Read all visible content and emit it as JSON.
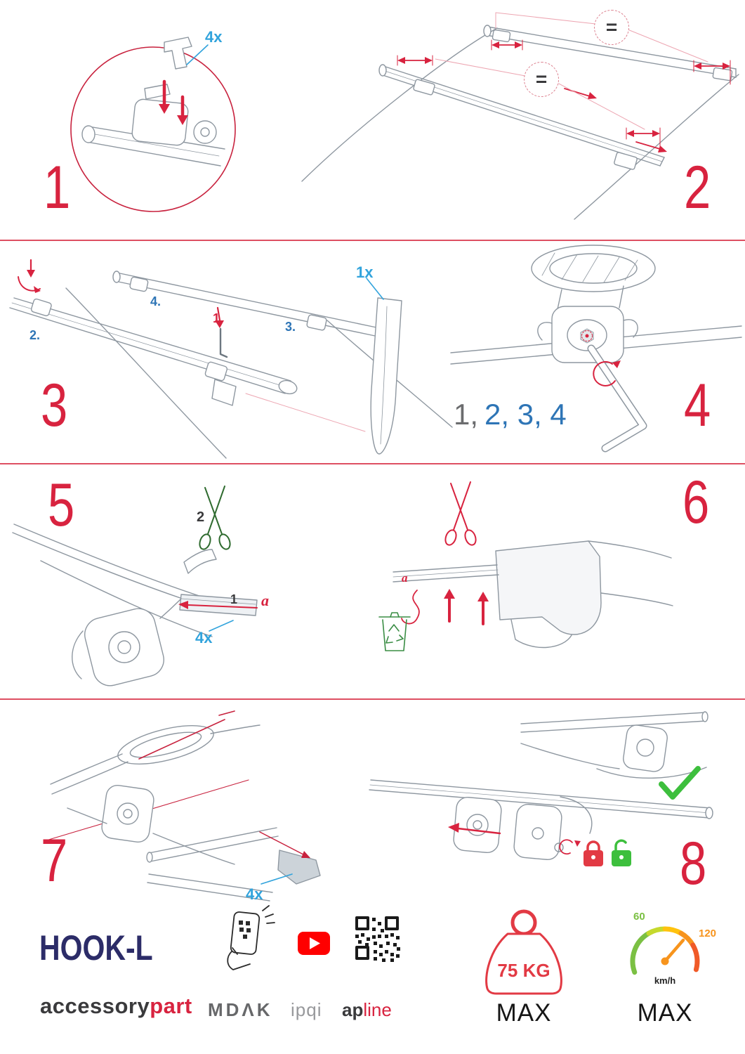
{
  "steps": {
    "s1": {
      "number": "1",
      "quantity": "4x"
    },
    "s2": {
      "number": "2",
      "equal1": "=",
      "equal2": "="
    },
    "s3": {
      "number": "3",
      "sub1": "1.",
      "sub2": "2.",
      "sub3": "3.",
      "sub4": "4.",
      "quantity": "1x"
    },
    "s4": {
      "number": "4",
      "seq_gray": "1,",
      "seq_blue": "2, 3, 4"
    },
    "s5": {
      "number": "5",
      "cut_order": "2",
      "strap_label": "1",
      "a_label": "a",
      "quantity": "4x"
    },
    "s6": {
      "number": "6",
      "a_label": "a"
    },
    "s7": {
      "number": "7",
      "quantity": "4x"
    },
    "s8": {
      "number": "8"
    }
  },
  "footer": {
    "product_name": "HOOK-L",
    "brand_accessory": "accessory",
    "brand_part": "part",
    "logo_mdak": "MDΛK",
    "logo_ipqi": "ipqi",
    "logo_ap": "ap",
    "logo_line": "line",
    "weight": {
      "value": "75 KG",
      "max": "MAX"
    },
    "speed": {
      "low": "60",
      "high": "120",
      "unit": "km/h",
      "max": "MAX"
    }
  },
  "icons": [
    "scissors-icon-green",
    "scissors-icon-red",
    "trash-recycle-icon",
    "checkmark-icon",
    "locked-padlock-icon",
    "unlocked-padlock-icon",
    "phone-qr-icon",
    "youtube-icon",
    "qr-code",
    "weight-icon",
    "speedometer-icon"
  ],
  "colors": {
    "accent_red": "#d8233f",
    "accent_blue_light": "#31a3dc",
    "accent_blue": "#2e75b6",
    "brand_navy": "#2c2c68",
    "success_green": "#3dbf3d",
    "youtube_red": "#ff0000"
  }
}
